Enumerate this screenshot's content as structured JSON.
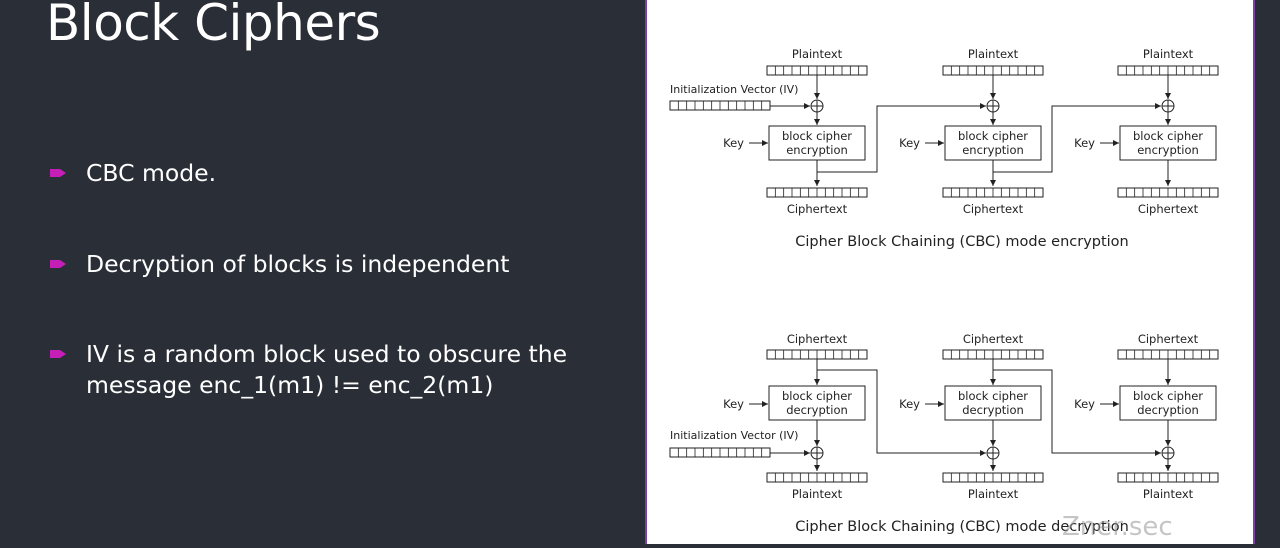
{
  "slide": {
    "title": "Block Ciphers",
    "bullets": [
      {
        "line1": "CBC mode.",
        "line2": ""
      },
      {
        "line1": "Decryption of blocks is independent",
        "line2": ""
      },
      {
        "line1": "IV is a random block used to obscure the",
        "line2": "message enc_1(m1) != enc_2(m1)"
      }
    ],
    "bullet_color": "#c61fb7",
    "watermark": "Zner.sec"
  },
  "diagram": {
    "encryption": {
      "caption": "Cipher Block Chaining (CBC) mode encryption",
      "top_label": "Plaintext",
      "bottom_label": "Ciphertext",
      "block_line1": "block cipher",
      "block_line2": "encryption",
      "iv_label": "Initialization Vector (IV)",
      "key_label": "Key"
    },
    "decryption": {
      "caption": "Cipher Block Chaining (CBC) mode decryption",
      "top_label": "Ciphertext",
      "bottom_label": "Plaintext",
      "block_line1": "block cipher",
      "block_line2": "decryption",
      "iv_label": "Initialization Vector (IV)",
      "key_label": "Key"
    }
  }
}
